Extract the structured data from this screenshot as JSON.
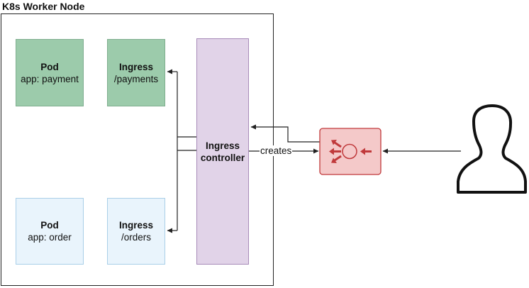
{
  "node": {
    "title": "K8s Worker Node"
  },
  "pod_payment": {
    "title": "Pod",
    "label": "app: payment"
  },
  "ingress_payments": {
    "title": "Ingress",
    "path": "/payments"
  },
  "pod_order": {
    "title": "Pod",
    "label": "app: order"
  },
  "ingress_orders": {
    "title": "Ingress",
    "path": "/orders"
  },
  "ingress_controller": {
    "line1": "Ingress",
    "line2": "controller"
  },
  "edges": {
    "creates_label": "creates"
  },
  "icons": {
    "load_balancer": "load-balancer-icon",
    "user": "user-icon"
  },
  "colors": {
    "pod_payment_fill": "#9ccbab",
    "pod_order_fill": "#e9f4fc",
    "controller_fill": "#e1d3e8",
    "load_balancer_fill": "#f4c9c9",
    "load_balancer_accent": "#c0393b"
  }
}
